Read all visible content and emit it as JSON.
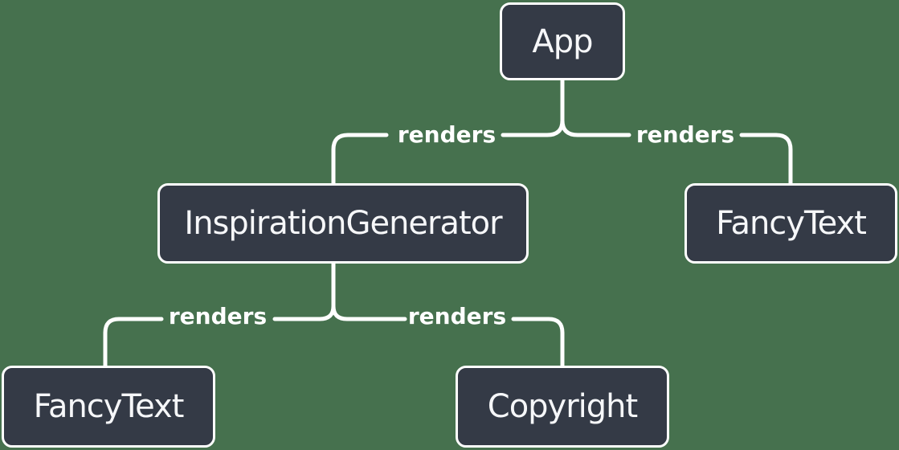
{
  "diagram": {
    "nodes": [
      {
        "id": "app",
        "label": "App"
      },
      {
        "id": "inspiration-generator",
        "label": "InspirationGenerator"
      },
      {
        "id": "fancy-text-top",
        "label": "FancyText"
      },
      {
        "id": "fancy-text-bottom",
        "label": "FancyText"
      },
      {
        "id": "copyright",
        "label": "Copyright"
      }
    ],
    "edges": [
      {
        "from": "App",
        "to": "InspirationGenerator",
        "label": "renders"
      },
      {
        "from": "App",
        "to": "FancyText",
        "label": "renders"
      },
      {
        "from": "InspirationGenerator",
        "to": "FancyText",
        "label": "renders"
      },
      {
        "from": "InspirationGenerator",
        "to": "Copyright",
        "label": "renders"
      }
    ],
    "colors": {
      "background": "#46714E",
      "node_fill": "#343A46",
      "node_border": "#FFFFFF",
      "node_text": "#F6F7F9",
      "connector": "#FFFFFF"
    }
  }
}
